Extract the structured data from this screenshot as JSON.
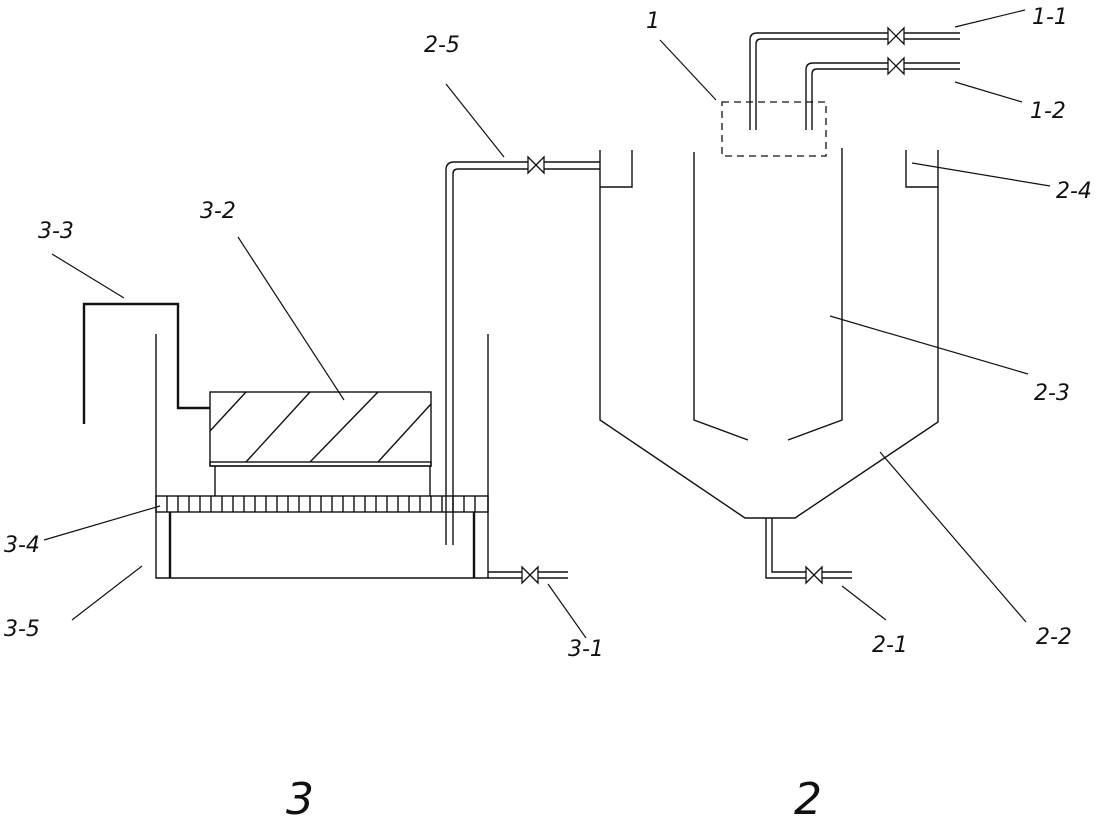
{
  "labels": {
    "l1": "1",
    "l1_1": "1-1",
    "l1_2": "1-2",
    "l2_1": "2-1",
    "l2_2": "2-2",
    "l2_3": "2-3",
    "l2_4": "2-4",
    "l2_5": "2-5",
    "l3_1": "3-1",
    "l3_2": "3-2",
    "l3_3": "3-3",
    "l3_4": "3-4",
    "l3_5": "3-5"
  },
  "units": {
    "unit3": "3",
    "unit2": "2"
  }
}
